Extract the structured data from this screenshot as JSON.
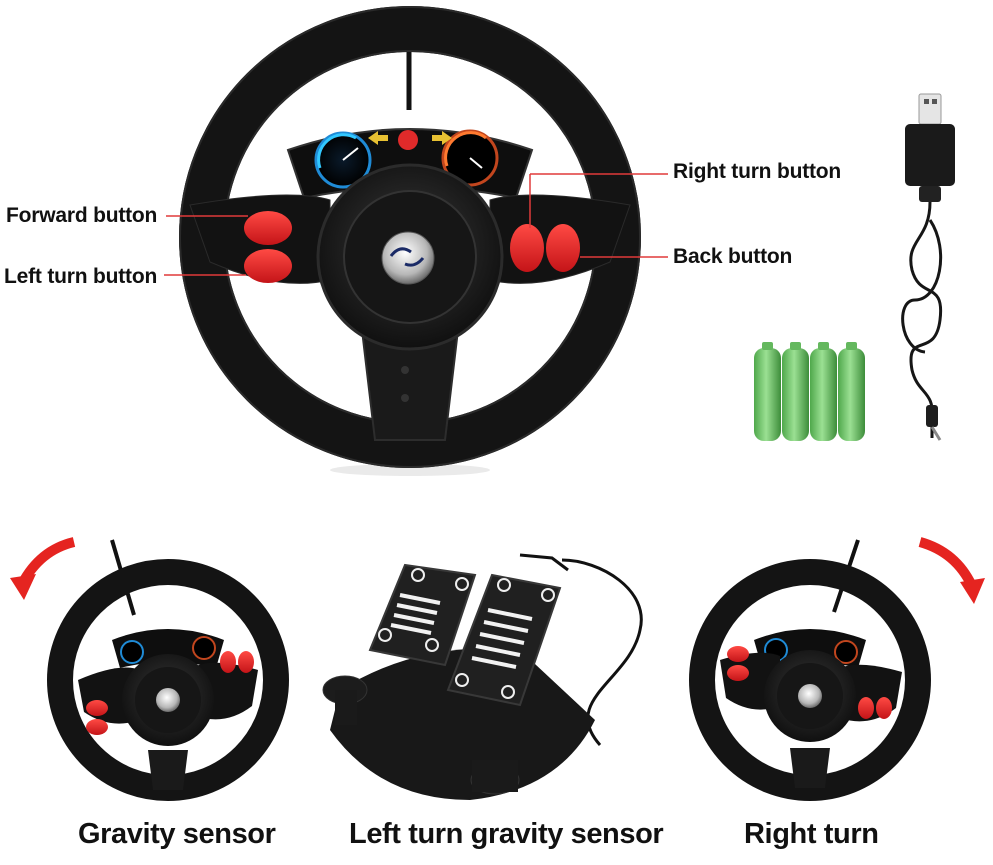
{
  "callouts": {
    "forward": "Forward button",
    "left_turn": "Left turn button",
    "right_turn": "Right turn button",
    "back": "Back button"
  },
  "captions": {
    "gravity": "Gravity sensor",
    "left_gravity": "Left turn gravity sensor",
    "right": "Right turn"
  },
  "colors": {
    "wheel_body": "#141414",
    "button_red": "#e8242a",
    "callout_line": "#e03a3a",
    "battery_green": "#7ed07a",
    "arrow_red": "#e52420"
  },
  "icons": [
    "steering-wheel",
    "usb-cable",
    "battery",
    "pedal",
    "rotate-arrow"
  ]
}
